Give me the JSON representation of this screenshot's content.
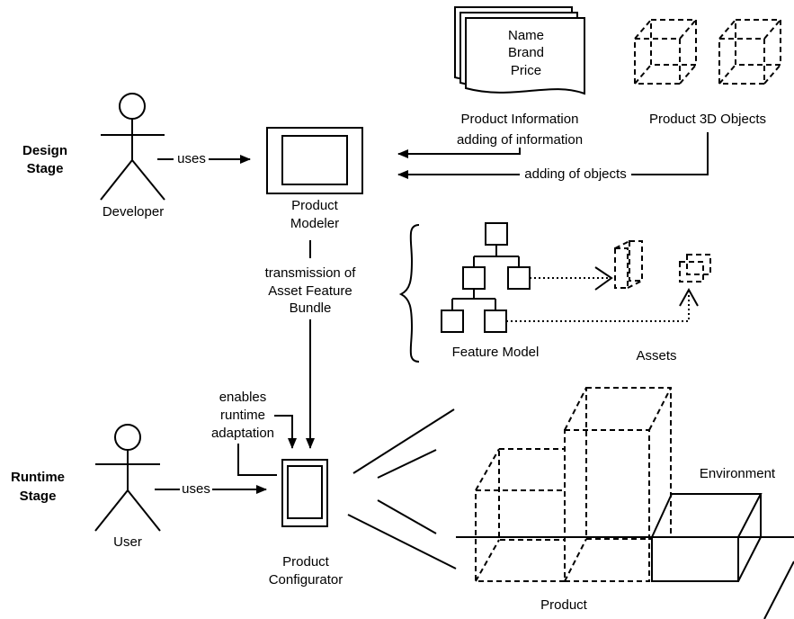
{
  "stages": {
    "design_line1": "Design",
    "design_line2": "Stage",
    "runtime_line1": "Runtime",
    "runtime_line2": "Stage"
  },
  "actors": {
    "developer": "Developer",
    "user": "User"
  },
  "edges": {
    "developer_uses": "uses",
    "user_uses": "uses",
    "adding_information": "adding of information",
    "adding_objects": "adding of objects",
    "transmission_line1": "transmission of",
    "transmission_line2": "Asset Feature",
    "transmission_line3": "Bundle",
    "enables_line1": "enables",
    "enables_line2": "runtime",
    "enables_line3": "adaptation"
  },
  "nodes": {
    "product_modeler_line1": "Product",
    "product_modeler_line2": "Modeler",
    "product_configurator_line1": "Product",
    "product_configurator_line2": "Configurator",
    "product_information": "Product Information",
    "product_3d_objects": "Product 3D Objects",
    "feature_model": "Feature Model",
    "assets": "Assets",
    "environment": "Environment",
    "product": "Product"
  },
  "document_fields": [
    "Name",
    "Brand",
    "Price"
  ]
}
